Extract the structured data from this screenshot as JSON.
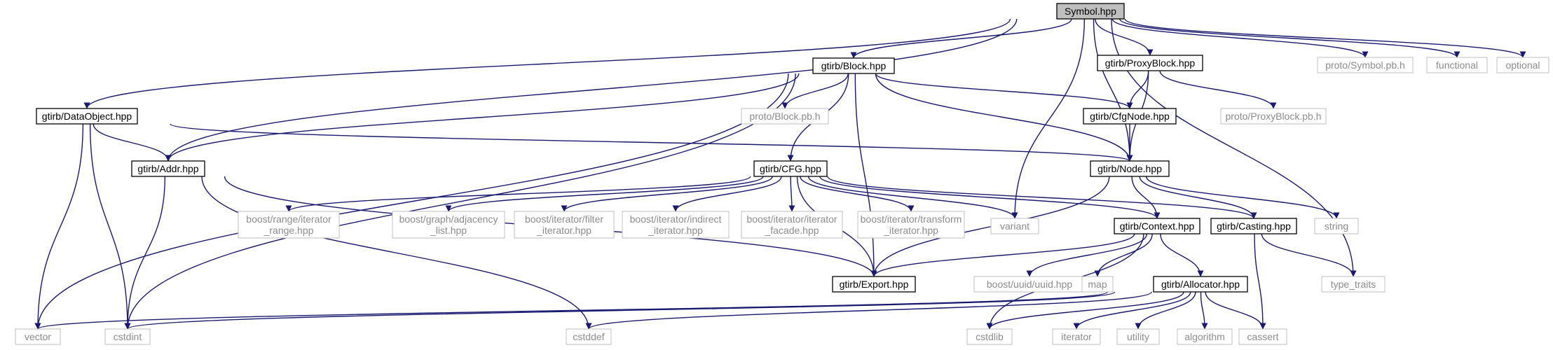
{
  "colors": {
    "edge": "#191970",
    "root_fill": "#bfbfbf",
    "internal_border": "#000000",
    "external_border": "#bfbfbf",
    "external_text": "#8c8c8c"
  },
  "nodes": [
    {
      "id": "symbol",
      "label": "Symbol.hpp",
      "kind": "root"
    },
    {
      "id": "block",
      "label": "gtirb/Block.hpp",
      "kind": "internal"
    },
    {
      "id": "proxyblock",
      "label": "gtirb/ProxyBlock.hpp",
      "kind": "internal"
    },
    {
      "id": "proto_sym",
      "label": "proto/Symbol.pb.h",
      "kind": "external"
    },
    {
      "id": "functional",
      "label": "functional",
      "kind": "external"
    },
    {
      "id": "optional",
      "label": "optional",
      "kind": "external"
    },
    {
      "id": "dataobject",
      "label": "gtirb/DataObject.hpp",
      "kind": "internal"
    },
    {
      "id": "proto_block",
      "label": "proto/Block.pb.h",
      "kind": "external"
    },
    {
      "id": "cfgnode",
      "label": "gtirb/CfgNode.hpp",
      "kind": "internal"
    },
    {
      "id": "proto_proxy",
      "label": "proto/ProxyBlock.pb.h",
      "kind": "external"
    },
    {
      "id": "addr",
      "label": "gtirb/Addr.hpp",
      "kind": "internal"
    },
    {
      "id": "cfg",
      "label": "gtirb/CFG.hpp",
      "kind": "internal"
    },
    {
      "id": "node",
      "label": "gtirb/Node.hpp",
      "kind": "internal"
    },
    {
      "id": "boost_range",
      "lines": [
        "boost/range/iterator",
        "_range.hpp"
      ],
      "kind": "external"
    },
    {
      "id": "boost_graph",
      "lines": [
        "boost/graph/adjacency",
        "_list.hpp"
      ],
      "kind": "external"
    },
    {
      "id": "boost_filter",
      "lines": [
        "boost/iterator/filter",
        "_iterator.hpp"
      ],
      "kind": "external"
    },
    {
      "id": "boost_indirect",
      "lines": [
        "boost/iterator/indirect",
        "_iterator.hpp"
      ],
      "kind": "external"
    },
    {
      "id": "boost_facade",
      "lines": [
        "boost/iterator/iterator",
        "_facade.hpp"
      ],
      "kind": "external"
    },
    {
      "id": "boost_transform",
      "lines": [
        "boost/iterator/transform",
        "_iterator.hpp"
      ],
      "kind": "external"
    },
    {
      "id": "variant",
      "label": "variant",
      "kind": "external"
    },
    {
      "id": "context",
      "label": "gtirb/Context.hpp",
      "kind": "internal"
    },
    {
      "id": "casting",
      "label": "gtirb/Casting.hpp",
      "kind": "internal"
    },
    {
      "id": "string",
      "label": "string",
      "kind": "external"
    },
    {
      "id": "export",
      "label": "gtirb/Export.hpp",
      "kind": "internal"
    },
    {
      "id": "boost_uuid",
      "label": "boost/uuid/uuid.hpp",
      "kind": "external"
    },
    {
      "id": "map",
      "label": "map",
      "kind": "external"
    },
    {
      "id": "allocator",
      "label": "gtirb/Allocator.hpp",
      "kind": "internal"
    },
    {
      "id": "type_traits",
      "label": "type_traits",
      "kind": "external"
    },
    {
      "id": "vector",
      "label": "vector",
      "kind": "external"
    },
    {
      "id": "cstdint",
      "label": "cstdint",
      "kind": "external"
    },
    {
      "id": "cstddef",
      "label": "cstddef",
      "kind": "external"
    },
    {
      "id": "cstdlib",
      "label": "cstdlib",
      "kind": "external"
    },
    {
      "id": "iterator",
      "label": "iterator",
      "kind": "external"
    },
    {
      "id": "utility",
      "label": "utility",
      "kind": "external"
    },
    {
      "id": "algorithm",
      "label": "algorithm",
      "kind": "external"
    },
    {
      "id": "cassert",
      "label": "cassert",
      "kind": "external"
    }
  ],
  "edges": [
    [
      "symbol",
      "block"
    ],
    [
      "symbol",
      "proxyblock"
    ],
    [
      "symbol",
      "proto_sym"
    ],
    [
      "symbol",
      "functional"
    ],
    [
      "symbol",
      "optional"
    ],
    [
      "symbol",
      "dataobject"
    ],
    [
      "symbol",
      "addr"
    ],
    [
      "symbol",
      "node"
    ],
    [
      "symbol",
      "variant"
    ],
    [
      "symbol",
      "type_traits"
    ],
    [
      "block",
      "addr"
    ],
    [
      "block",
      "vector"
    ],
    [
      "block",
      "cstdint"
    ],
    [
      "block",
      "proto_block"
    ],
    [
      "block",
      "cfgnode"
    ],
    [
      "block",
      "cfg"
    ],
    [
      "block",
      "node"
    ],
    [
      "block",
      "export"
    ],
    [
      "proxyblock",
      "cfgnode"
    ],
    [
      "proxyblock",
      "node"
    ],
    [
      "proxyblock",
      "proto_proxy"
    ],
    [
      "dataobject",
      "addr"
    ],
    [
      "dataobject",
      "node"
    ],
    [
      "dataobject",
      "vector"
    ],
    [
      "dataobject",
      "cstdint"
    ],
    [
      "cfgnode",
      "node"
    ],
    [
      "addr",
      "export"
    ],
    [
      "addr",
      "cstdint"
    ],
    [
      "addr",
      "cstddef"
    ],
    [
      "cfg",
      "boost_range"
    ],
    [
      "cfg",
      "boost_graph"
    ],
    [
      "cfg",
      "boost_filter"
    ],
    [
      "cfg",
      "boost_indirect"
    ],
    [
      "cfg",
      "boost_facade"
    ],
    [
      "cfg",
      "boost_transform"
    ],
    [
      "cfg",
      "variant"
    ],
    [
      "cfg",
      "context"
    ],
    [
      "cfg",
      "casting"
    ],
    [
      "cfg",
      "export"
    ],
    [
      "node",
      "context"
    ],
    [
      "node",
      "casting"
    ],
    [
      "node",
      "string"
    ],
    [
      "node",
      "export"
    ],
    [
      "context",
      "export"
    ],
    [
      "context",
      "cstdlib"
    ],
    [
      "context",
      "boost_uuid"
    ],
    [
      "context",
      "map"
    ],
    [
      "context",
      "allocator"
    ],
    [
      "casting",
      "type_traits"
    ],
    [
      "casting",
      "cassert"
    ],
    [
      "allocator",
      "vector"
    ],
    [
      "allocator",
      "cstdint"
    ],
    [
      "allocator",
      "cstddef"
    ],
    [
      "allocator",
      "cstdlib"
    ],
    [
      "allocator",
      "iterator"
    ],
    [
      "allocator",
      "utility"
    ],
    [
      "allocator",
      "algorithm"
    ],
    [
      "allocator",
      "cassert"
    ]
  ]
}
